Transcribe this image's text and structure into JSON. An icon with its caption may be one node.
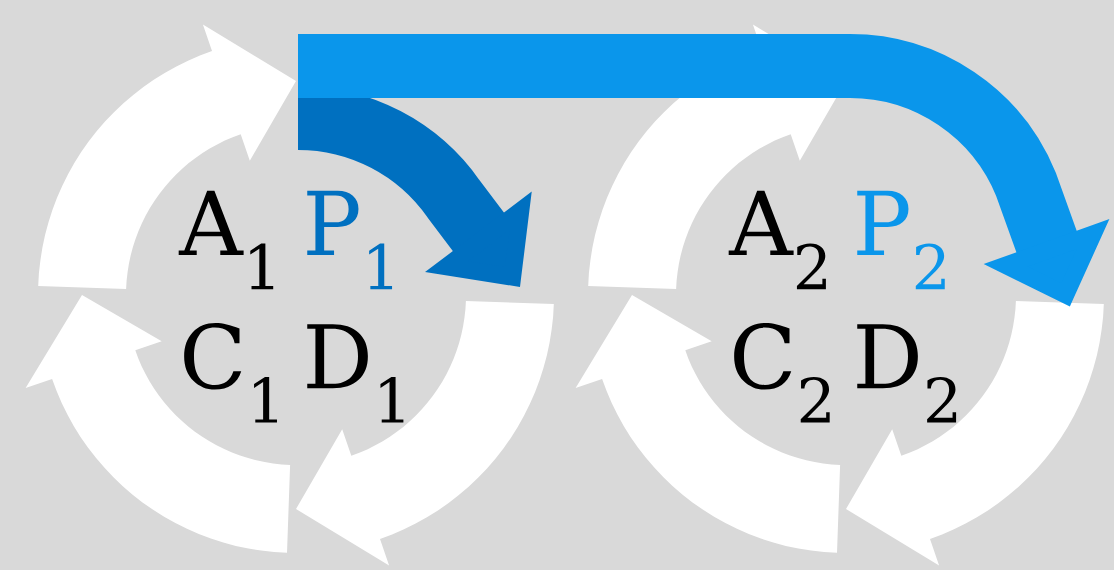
{
  "diagram": {
    "nodes": [
      {
        "text": [
          "A$_{1}$",
          "P$_{1}$",
          "C$_{1}$",
          "D$_{1}$"
        ]
      },
      {
        "text": [
          "A$_{2}$",
          "P$_{2}$",
          "C$_{2}$",
          "D$_{2}$"
        ]
      }
    ],
    "edges": [
      {
        "from": 0,
        "to": 0,
        "arrow": "to",
        "color": "#0070c0"
      },
      {
        "from": 0,
        "to": 1,
        "arrow": "to",
        "color": "#0a96eb"
      }
    ]
  }
}
